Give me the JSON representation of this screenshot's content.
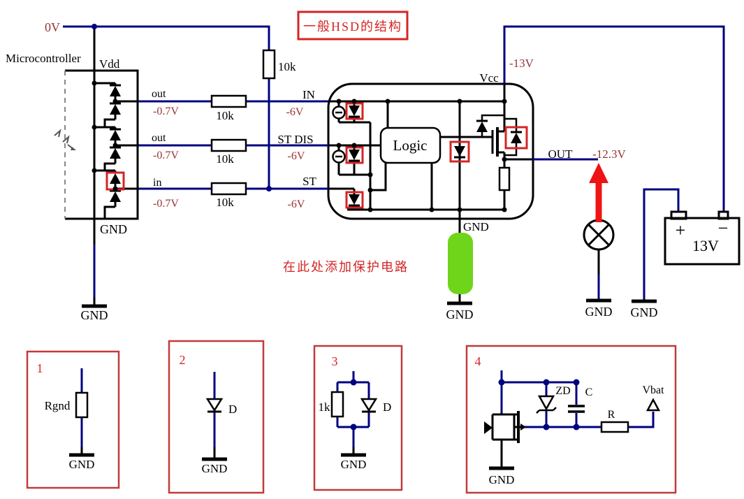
{
  "title": "一般HSD的结构",
  "note": "在此处添加保护电路",
  "labels": {
    "microcontroller": "Microcontroller",
    "vdd": "Vdd",
    "vcc": "Vcc",
    "gnd": "GND",
    "logic": "Logic",
    "pin_in": "IN",
    "pin_st_dis": "ST DIS",
    "pin_st": "ST",
    "pin_out": "OUT",
    "pad_out": "out",
    "pad_in": "in"
  },
  "voltages": {
    "rail0": "0V",
    "clamp07": "-0.7V",
    "clamp6": "-6V",
    "vcc13": "-13V",
    "out123": "-12.3V",
    "battery": "13V",
    "plus": "+",
    "minus": "−",
    "vbat": "Vbat"
  },
  "values": {
    "r10k": "10k",
    "rgnd": "Rgnd",
    "r1k": "1k",
    "r": "R",
    "d": "D",
    "zd": "ZD",
    "c": "C"
  },
  "panels": {
    "n1": "1",
    "n2": "2",
    "n3": "3",
    "n4": "4"
  },
  "colors": {
    "wire": "#000080",
    "line": "#000000",
    "chip_fill": "#FCFBE6",
    "logic_fill": "#F5F3A0",
    "highlight_green": "#6FD51B",
    "accent_red": "#D42525",
    "text_dark_red": "#993333",
    "arrow_red": "#EE1414"
  }
}
